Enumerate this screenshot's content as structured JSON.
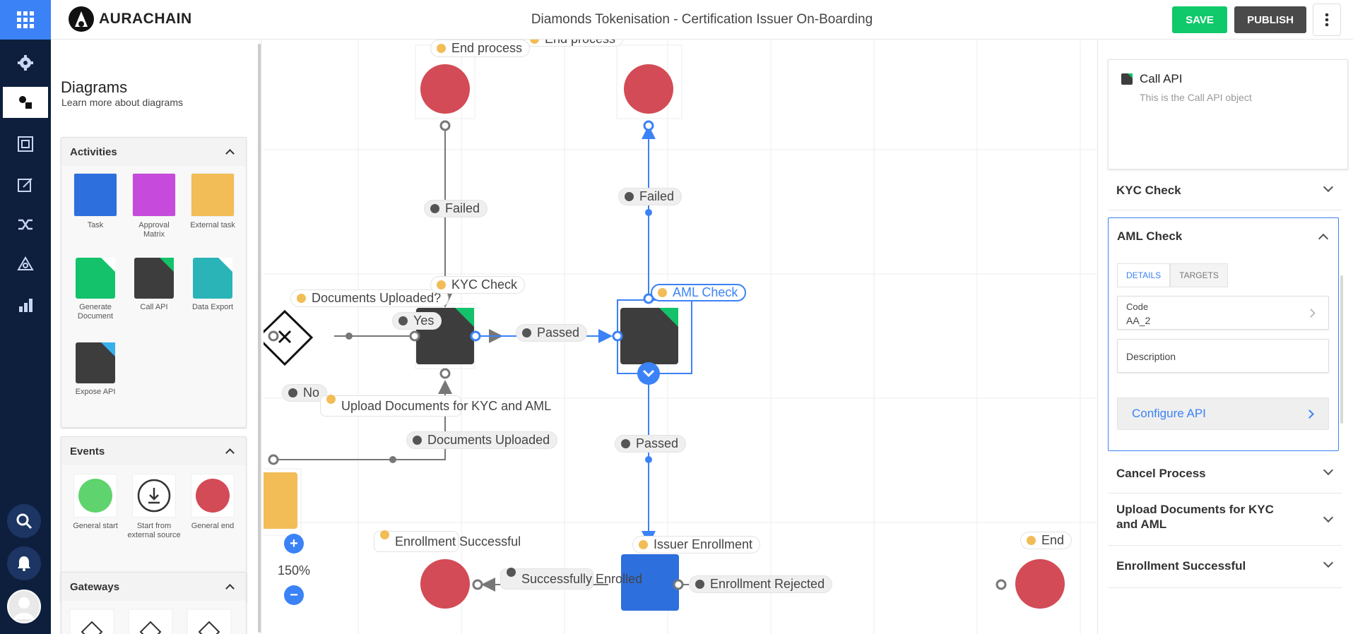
{
  "app": {
    "logo_text": "AURACHAIN",
    "title": "Diamonds Tokenisation - Certification Issuer On-Boarding",
    "save_label": "SAVE",
    "publish_label": "PUBLISH"
  },
  "rail": {
    "items": [
      {
        "icon": "gear-icon"
      },
      {
        "icon": "diagram-icon",
        "active": true
      },
      {
        "icon": "forms-icon"
      },
      {
        "icon": "edit-icon"
      },
      {
        "icon": "shuffle-icon"
      },
      {
        "icon": "network-icon"
      },
      {
        "icon": "bar-chart-icon"
      }
    ]
  },
  "palette": {
    "title": "Diagrams",
    "subtitle": "Learn more about diagrams",
    "sections": {
      "activities": {
        "title": "Activities",
        "items": [
          {
            "label": "Task",
            "color": "#2d6fdc"
          },
          {
            "label": "Approval Matrix",
            "color": "#c64bdc"
          },
          {
            "label": "External task",
            "color": "#f2bd56"
          },
          {
            "label": "Generate Document",
            "color": "#13c26a"
          },
          {
            "label": "Call API",
            "fold": "#13c26a"
          },
          {
            "label": "Data Export",
            "color": "#2ab4b7"
          },
          {
            "label": "Expose API",
            "fold": "#38b0ec"
          }
        ]
      },
      "events": {
        "title": "Events",
        "items": [
          {
            "label": "General start",
            "color": "#5fd36d"
          },
          {
            "label": "Start from external source"
          },
          {
            "label": "General end",
            "color": "#d34b56"
          }
        ]
      },
      "gateways": {
        "title": "Gateways"
      }
    }
  },
  "diagram": {
    "zoom": "150%",
    "labels": {
      "end_process_1": "End process",
      "end_process_2": "End process",
      "failed_1": "Failed",
      "failed_2": "Failed",
      "documents_uploaded_q": "Documents Uploaded?",
      "yes": "Yes",
      "kyc_check": "KYC Check",
      "passed_1": "Passed",
      "aml_check": "AML Check",
      "no": "No",
      "upload_docs": "Upload Documents for KYC and AML",
      "documents_uploaded": "Documents Uploaded",
      "passed_2": "Passed",
      "enrollment_successful": "Enrollment Successful",
      "successfully_enrolled": "Successfully Enrolled",
      "issuer_enrollment": "Issuer Enrollment",
      "enrollment_rejected": "Enrollment Rejected",
      "end": "End"
    }
  },
  "panel": {
    "call_api": {
      "title": "Call API",
      "description": "This is the Call API object"
    },
    "kyc_check": "KYC Check",
    "aml_check": {
      "title": "AML Check",
      "tabs": [
        "DETAILS",
        "TARGETS"
      ],
      "code_label": "Code",
      "code_value": "AA_2",
      "description_label": "Description",
      "configure_label": "Configure API"
    },
    "cancel_process": "Cancel Process",
    "upload_docs": "Upload Documents for KYC and AML",
    "enrollment_successful": "Enrollment Successful"
  }
}
